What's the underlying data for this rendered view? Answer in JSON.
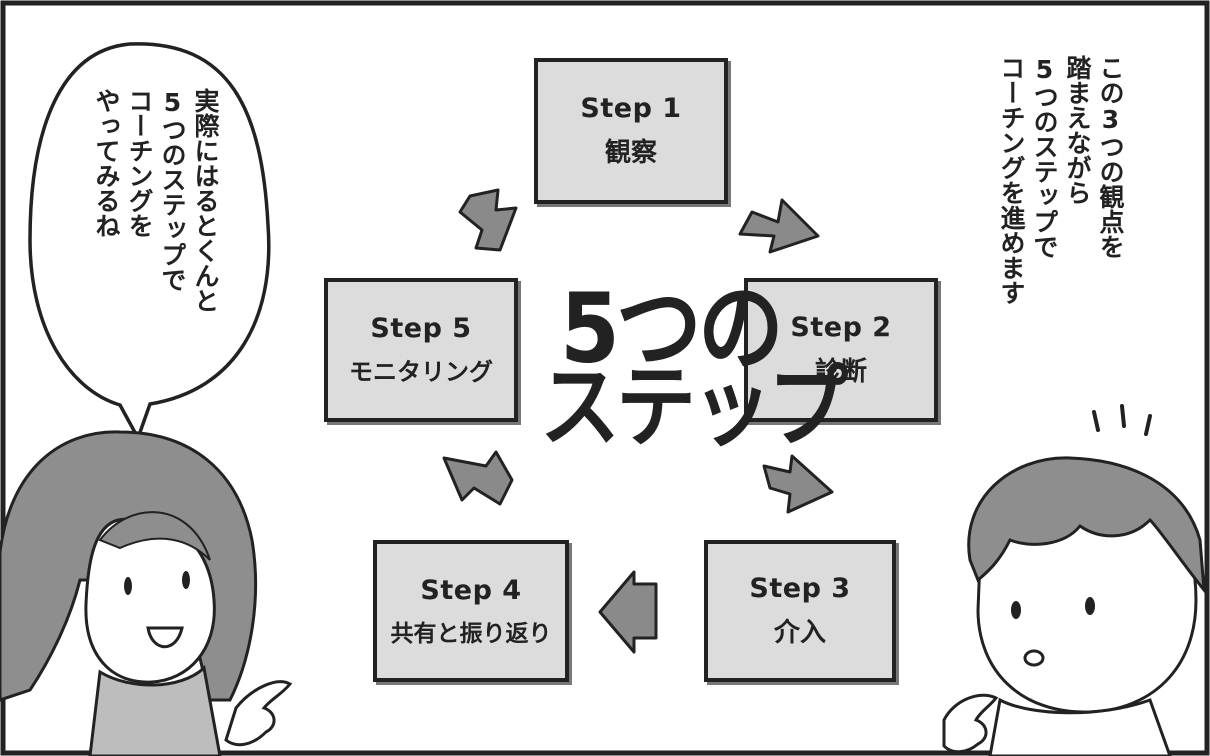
{
  "diagram": {
    "center_title": {
      "line1": "5つの",
      "line2": "ステップ"
    },
    "steps": [
      {
        "num": "Step 1",
        "name": "観察"
      },
      {
        "num": "Step 2",
        "name": "診断"
      },
      {
        "num": "Step 3",
        "name": "介入"
      },
      {
        "num": "Step 4",
        "name": "共有と振り返り"
      },
      {
        "num": "Step 5",
        "name": "モニタリング"
      }
    ],
    "flow": [
      "Step 1 → Step 2",
      "Step 2 → Step 3",
      "Step 3 → Step 4",
      "Step 4 → Step 5",
      "Step 5 → Step 1"
    ]
  },
  "narration": {
    "lines": [
      "この3つの観点を",
      "踏まえながら",
      "5つのステップで",
      "コーチングを進めます"
    ]
  },
  "speech_bubble": {
    "lines": [
      "実際にはるとくんと",
      "5つのステップで",
      "コーチングを",
      "やってみるね"
    ]
  },
  "colors": {
    "box_fill": "#dcdcdc",
    "arrow_fill": "#8a8a8a",
    "outline": "#222222",
    "hair": "#8e8e8e"
  }
}
